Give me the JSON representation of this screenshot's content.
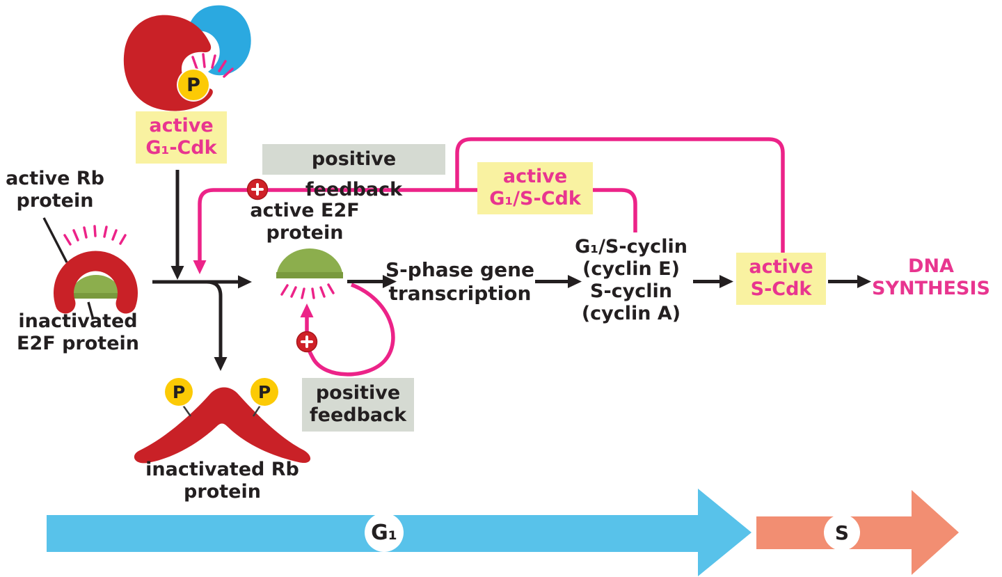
{
  "diagram": {
    "nodes": {
      "active_g1_cdk": {
        "label": "active\nG₁-Cdk"
      },
      "active_rb": {
        "label": "active Rb\nprotein"
      },
      "inactivated_e2f": {
        "label": "inactivated\nE2F protein"
      },
      "active_e2f": {
        "label": "active E2F\nprotein"
      },
      "s_phase_genes": {
        "label": "S-phase gene\ntranscription"
      },
      "cyclins": {
        "label": "G₁/S-cyclin\n(cyclin E)\nS-cyclin\n(cyclin A)"
      },
      "active_g1s_cdk": {
        "label": "active\nG₁/S-Cdk"
      },
      "active_s_cdk": {
        "label": "active\nS-Cdk"
      },
      "dna_synthesis": {
        "label": "DNA\nSYNTHESIS"
      },
      "inactivated_rb": {
        "label": "inactivated Rb\nprotein"
      },
      "positive_feedback_top": {
        "label": "positive feedback"
      },
      "positive_feedback_bottom": {
        "label": "positive\nfeedback"
      }
    },
    "badges": {
      "phosphate": "P",
      "plus": "+"
    },
    "phases": {
      "g1": "G₁",
      "s": "S"
    },
    "colors": {
      "label_pink": "#e8358f",
      "line_pink": "#ec2388",
      "protein_red": "#c92127",
      "cdk_blue": "#2ba9e0",
      "e2f_green": "#8cae4d",
      "box_yellow": "#f9f2a1",
      "box_gray": "#d5dad2",
      "phosphate_yellow": "#fcca05",
      "phase_g1_blue": "#58c2ea",
      "phase_s_salmon": "#f28e72",
      "text_black": "#231f20"
    }
  }
}
